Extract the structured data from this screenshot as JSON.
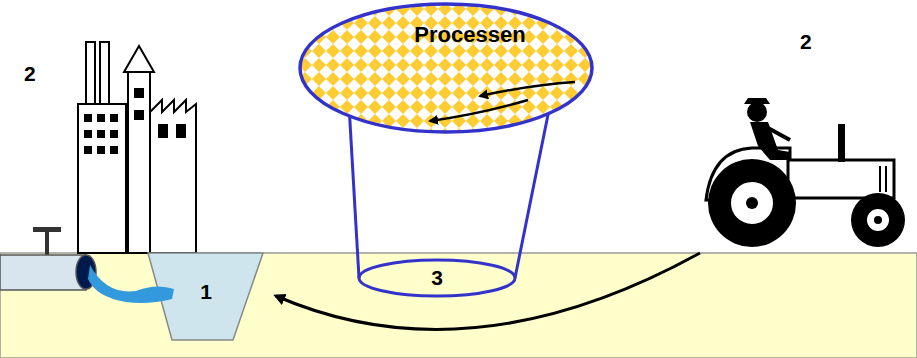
{
  "diagram": {
    "nodes": [
      {
        "text": [
          "Processen"
        ]
      },
      {
        "text": [
          "1"
        ]
      },
      {
        "text": [
          "3"
        ]
      }
    ],
    "edges": [
      {
        "from": 2,
        "to": 0,
        "arrow": "none"
      },
      {
        "from": 2,
        "to": 0,
        "arrow": "none"
      }
    ],
    "labels": [
      "2",
      "2"
    ]
  }
}
